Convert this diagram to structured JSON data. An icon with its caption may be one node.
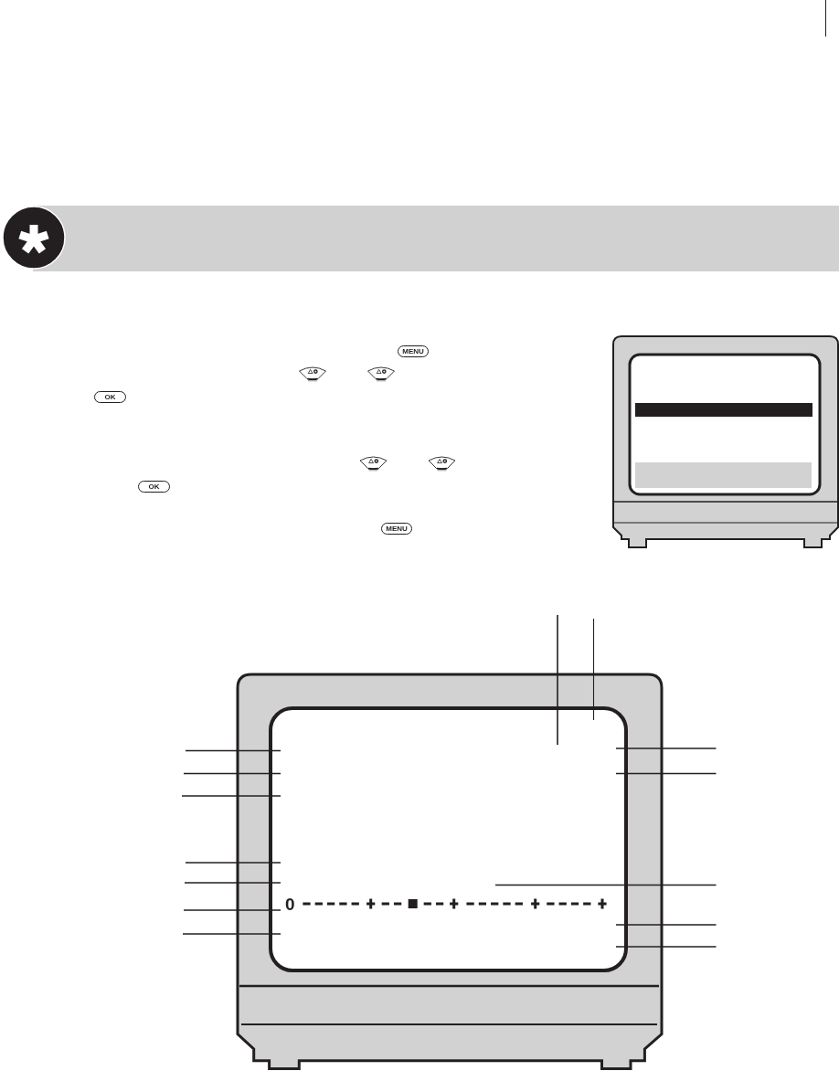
{
  "diagram": {
    "nodes": [
      {
        "text": [
          "MENU"
        ]
      },
      {
        "text": [],
        "shape": "trapezoid"
      },
      {
        "text": [],
        "shape": "trapezoid"
      },
      {
        "text": [
          "OK"
        ]
      },
      {
        "text": [],
        "shape": "trapezoid"
      },
      {
        "text": [],
        "shape": "trapezoid"
      },
      {
        "text": [
          "OK"
        ]
      },
      {
        "text": [
          "MENU"
        ]
      },
      {
        "text": [],
        "shape": "box"
      }
    ],
    "edges": [
      {
        "from": null,
        "to": 8,
        "arrow": "none"
      },
      {
        "from": null,
        "to": 8,
        "arrow": "none"
      },
      {
        "from": null,
        "to": 8,
        "arrow": "none"
      },
      {
        "from": null,
        "to": 8,
        "arrow": "none"
      },
      {
        "from": null,
        "to": 8,
        "arrow": "none"
      },
      {
        "from": null,
        "to": 8,
        "arrow": "none"
      },
      {
        "from": null,
        "to": 8,
        "arrow": "none"
      },
      {
        "from": null,
        "to": 8,
        "arrow": "none"
      },
      {
        "from": null,
        "to": 8,
        "arrow": "none"
      },
      {
        "from": null,
        "to": 8,
        "arrow": "none"
      },
      {
        "from": null,
        "to": 8,
        "arrow": "none"
      },
      {
        "from": null,
        "to": 8,
        "arrow": "none"
      },
      {
        "from": null,
        "to": 8,
        "arrow": "none"
      },
      {
        "from": null,
        "to": 8,
        "arrow": "none"
      }
    ],
    "labels": [
      "0"
    ]
  }
}
